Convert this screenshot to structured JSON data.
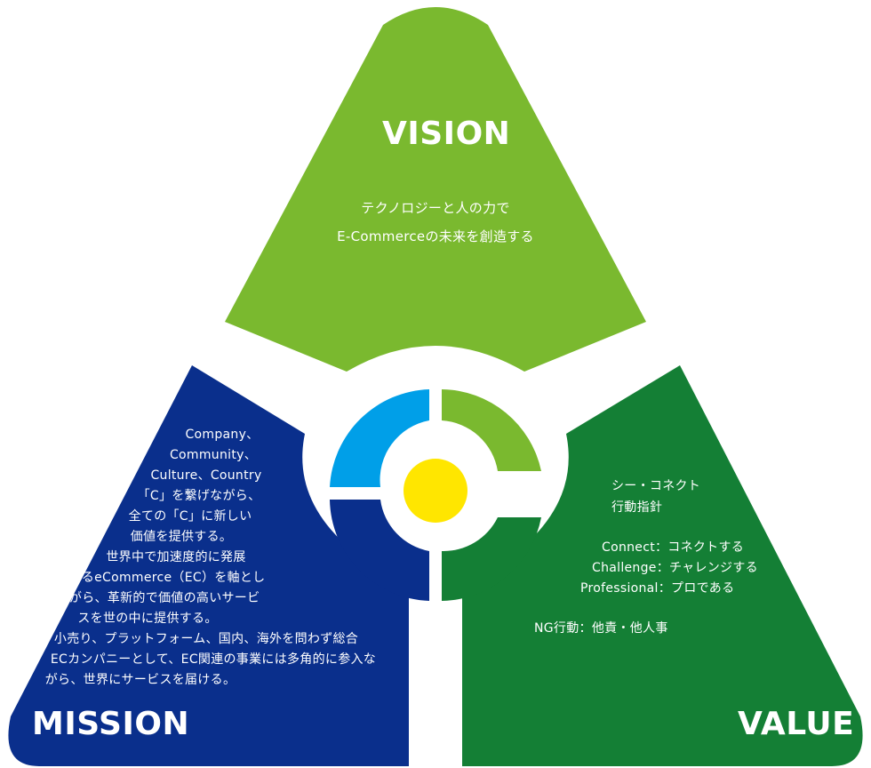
{
  "colors": {
    "vision": "#7ab92f",
    "mission": "#0a2f8c",
    "value": "#147f35",
    "center_yellow": "#ffe600",
    "quad_top_left": "#009fe8",
    "quad_top_right": "#7ab92f",
    "quad_bottom_left": "#0a2f8c",
    "quad_bottom_right": "#147f35",
    "gap": "#ffffff"
  },
  "vision": {
    "title": "VISION",
    "lines": [
      "テクノロジーと人の力で",
      "E-Commerceの未来を創造する"
    ]
  },
  "mission": {
    "title": "MISSION",
    "lines": [
      "Company、",
      "Community、",
      "Culture、Country",
      "「C」を繋げながら、",
      "全ての「C」に新しい",
      "価値を提供する。",
      "世界中で加速度的に発展",
      "するeCommerce（EC）を軸とし",
      "ながら、革新的で価値の高いサービ",
      "スを世の中に提供する。",
      "小売り、プラットフォーム、国内、海外を問わず総合",
      "ECカンパニーとして、EC関連の事業には多角的に参入な",
      "がら、世界にサービスを届ける。"
    ]
  },
  "value": {
    "title": "VALUE",
    "heading_lines": [
      "シー・コネクト",
      "行動指針"
    ],
    "items": [
      "Connect：コネクトする",
      "Challenge：チャレンジする",
      "Professional：プロである"
    ],
    "ng": "NG行動：他責・他人事"
  },
  "center": {
    "quadrants": [
      "top-left",
      "top-right",
      "bottom-left",
      "bottom-right"
    ]
  }
}
